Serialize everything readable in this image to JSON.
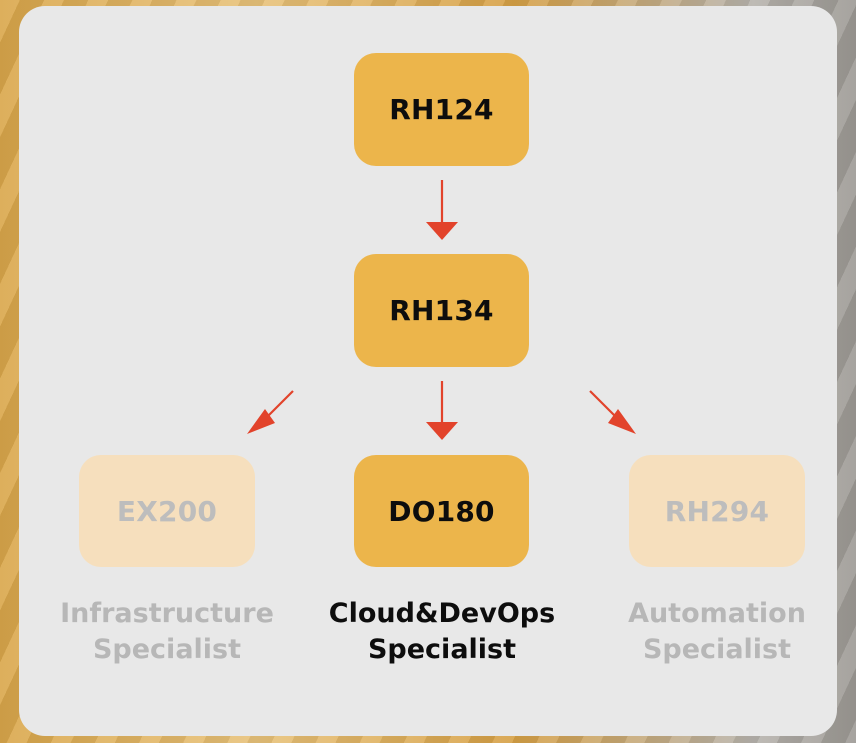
{
  "colors": {
    "active_node": "#ecb54b",
    "faded_node": "#f6dfbd",
    "arrow": "#e2432b",
    "active_text": "#0d0d0d",
    "faded_text": "#b7b7b7",
    "panel": "#e8e8e8"
  },
  "nodes": {
    "rh124": {
      "label": "RH124",
      "state": "active"
    },
    "rh134": {
      "label": "RH134",
      "state": "active"
    },
    "ex200": {
      "label": "EX200",
      "state": "faded"
    },
    "do180": {
      "label": "DO180",
      "state": "active"
    },
    "rh294": {
      "label": "RH294",
      "state": "faded"
    }
  },
  "tracks": {
    "infrastructure": {
      "line1": "Infrastructure",
      "line2": "Specialist",
      "state": "faded"
    },
    "cloud_devops": {
      "line1": "Cloud&DevOps",
      "line2": "Specialist",
      "state": "active"
    },
    "automation": {
      "line1": "Automation",
      "line2": "Specialist",
      "state": "faded"
    }
  }
}
